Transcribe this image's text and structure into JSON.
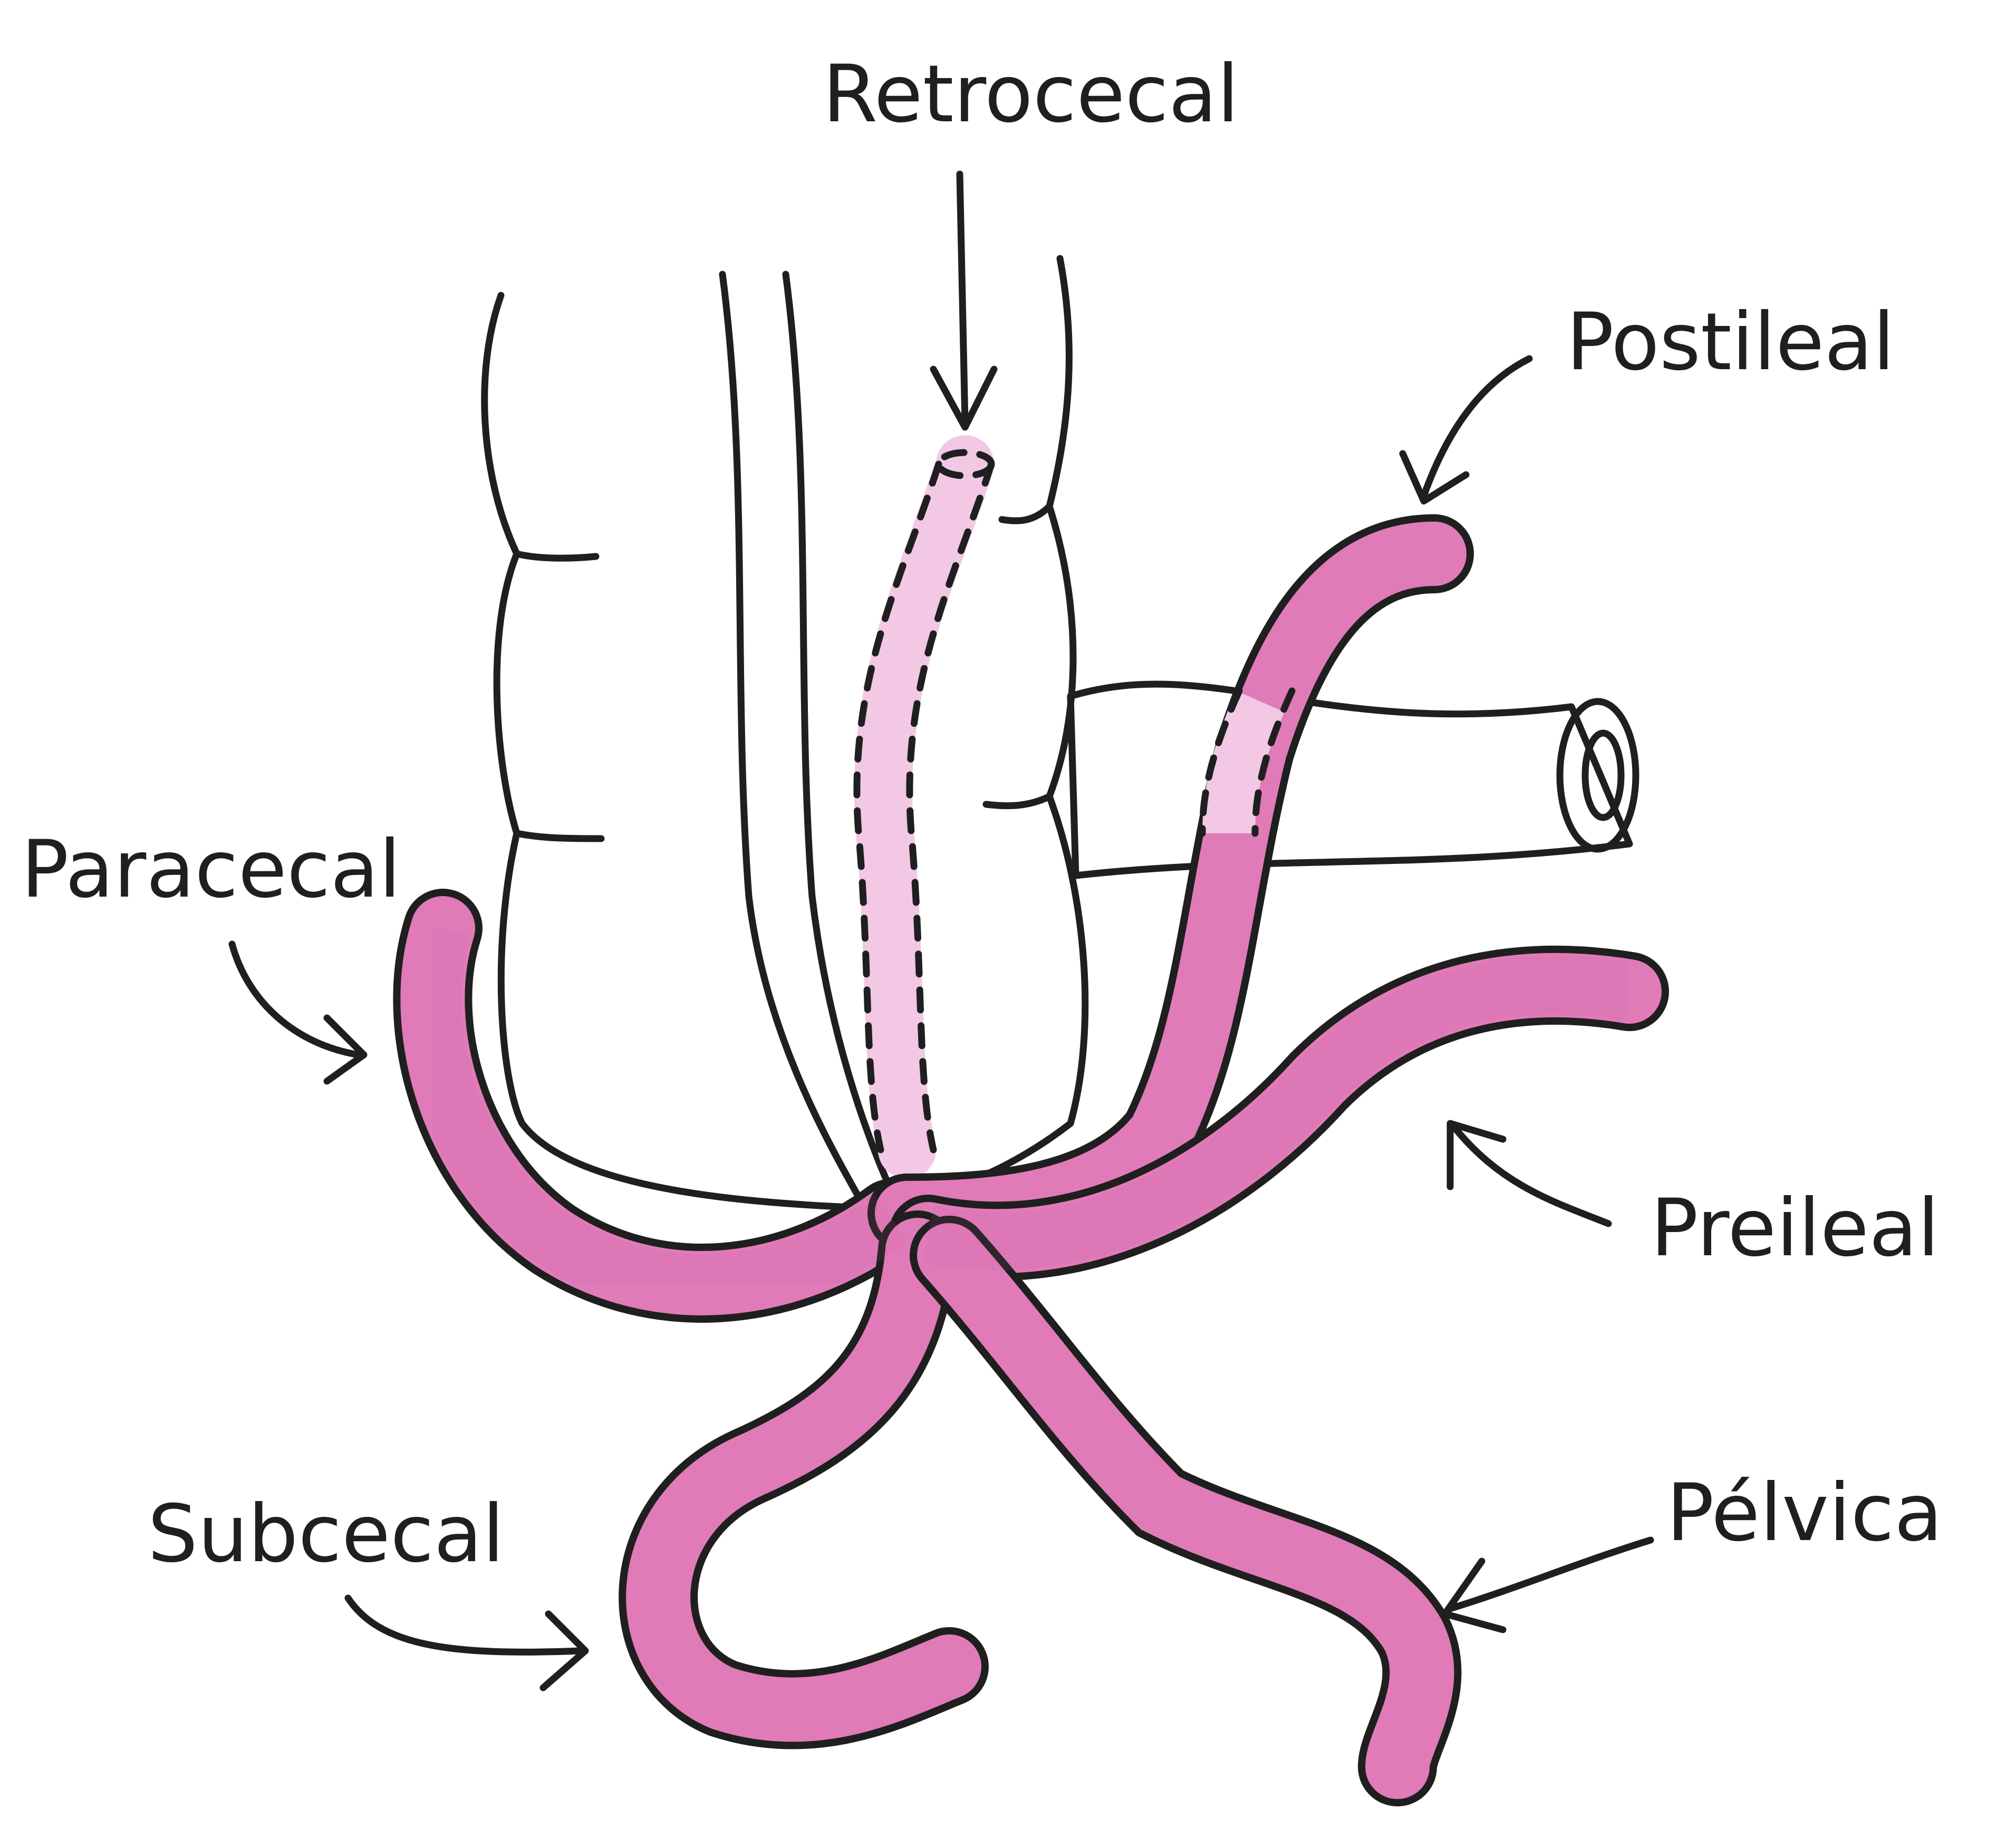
{
  "labels": {
    "retrocecal": "Retrocecal",
    "postileal": "Postileal",
    "paracecal": "Paracecal",
    "preileal": "Preileal",
    "subcecal": "Subcecal",
    "pelvica": "Pélvica"
  },
  "colors": {
    "appendix": "#e07bb8",
    "appendix_light": "#f2c8e4",
    "ileum": "#f5f1ea",
    "outline": "#1f1f1f",
    "background": "#ffffff"
  }
}
